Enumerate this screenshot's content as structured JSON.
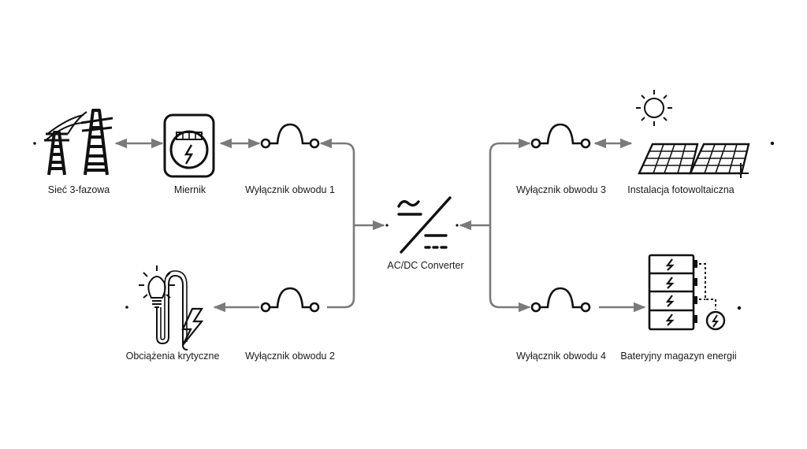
{
  "nodes": {
    "grid": {
      "label": "Sieć 3-fazowa",
      "icon": "power-pylon-icon"
    },
    "meter": {
      "label": "Miernik",
      "icon": "electric-meter-icon"
    },
    "breaker1": {
      "label": "Wyłącznik obwodu 1",
      "icon": "circuit-breaker-icon"
    },
    "breaker2": {
      "label": "Wyłącznik obwodu 2",
      "icon": "circuit-breaker-icon"
    },
    "loads": {
      "label": "Obciążenia krytyczne",
      "icon": "lightbulb-lightning-icon"
    },
    "converter": {
      "label": "AC/DC Converter",
      "icon": "ac-dc-converter-icon"
    },
    "breaker3": {
      "label": "Wyłącznik obwodu 3",
      "icon": "circuit-breaker-icon"
    },
    "pv": {
      "label": "Instalacja fotowoltaiczna",
      "icon": "solar-panel-icon"
    },
    "breaker4": {
      "label": "Wyłącznik obwodu 4",
      "icon": "circuit-breaker-icon"
    },
    "battery": {
      "label": "Bateryjny magazyn energii",
      "icon": "battery-storage-icon"
    }
  },
  "colors": {
    "line": "#7a7a7a",
    "icon": "#111111",
    "text": "#1a1a1a",
    "background": "#ffffff"
  }
}
